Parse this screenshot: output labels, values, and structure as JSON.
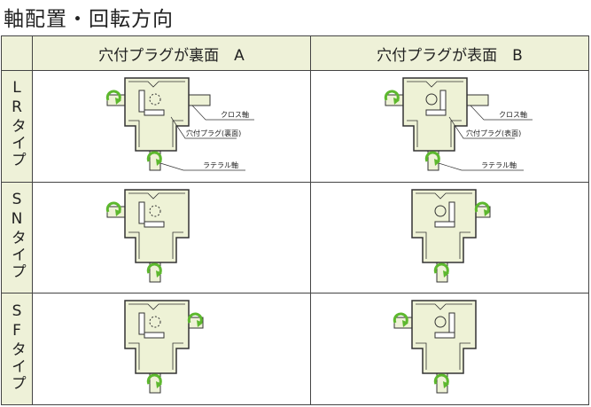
{
  "title": "軸配置・回転方向",
  "columns": [
    "",
    "穴付プラグが裏面　A",
    "穴付プラグが表面　B"
  ],
  "rows": [
    {
      "label": "LRタイプ",
      "label_chars": [
        "L",
        "R",
        "タ",
        "イ",
        "プ"
      ],
      "left_shaft": true,
      "right_shaft": true,
      "arrow_side": "left",
      "annotations": {
        "cross": "クロス軸",
        "plug_a": "穴付プラグ(裏面)",
        "plug_b": "穴付プラグ(表面)",
        "lateral": "ラテラル軸"
      }
    },
    {
      "label": "SNタイプ",
      "label_chars": [
        "S",
        "N",
        "タ",
        "イ",
        "プ"
      ]
    },
    {
      "label": "SFタイプ",
      "label_chars": [
        "S",
        "F",
        "タ",
        "イ",
        "プ"
      ]
    }
  ],
  "colors": {
    "housing": "#eef2d6",
    "arrow": "#5db82e",
    "line": "#333333"
  }
}
